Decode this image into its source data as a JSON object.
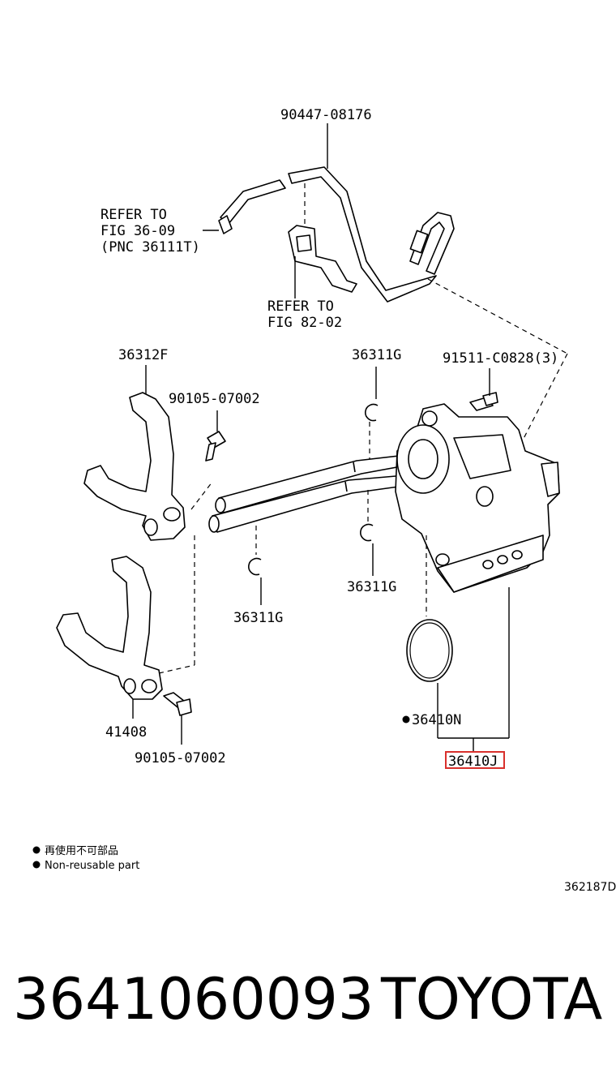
{
  "labels": {
    "hose_part": "90447-08176",
    "refer_36_l1": "REFER TO",
    "refer_36_l2": "FIG 36-09",
    "refer_36_l3": "(PNC 36111T)",
    "refer_82_l1": "REFER TO",
    "refer_82_l2": "FIG 82-02",
    "fork_top": "36312F",
    "bolt_top": "90105-07002",
    "ring_top": "36311G",
    "bolt_housing": "91511-C0828(3)",
    "ring_left": "36311G",
    "ring_right": "36311G",
    "fork_bottom": "41408",
    "bolt_bottom": "90105-07002",
    "oring": "36410N",
    "assembly": "36410J"
  },
  "legend": {
    "jp_text": "再使用不可部品",
    "en_text": "Non-reusable part"
  },
  "figure_code": "362187D",
  "footer": {
    "part_number": "3641060093",
    "brand": "TOYOTA"
  },
  "colors": {
    "highlight": "#d9302c",
    "ink": "#000000"
  }
}
